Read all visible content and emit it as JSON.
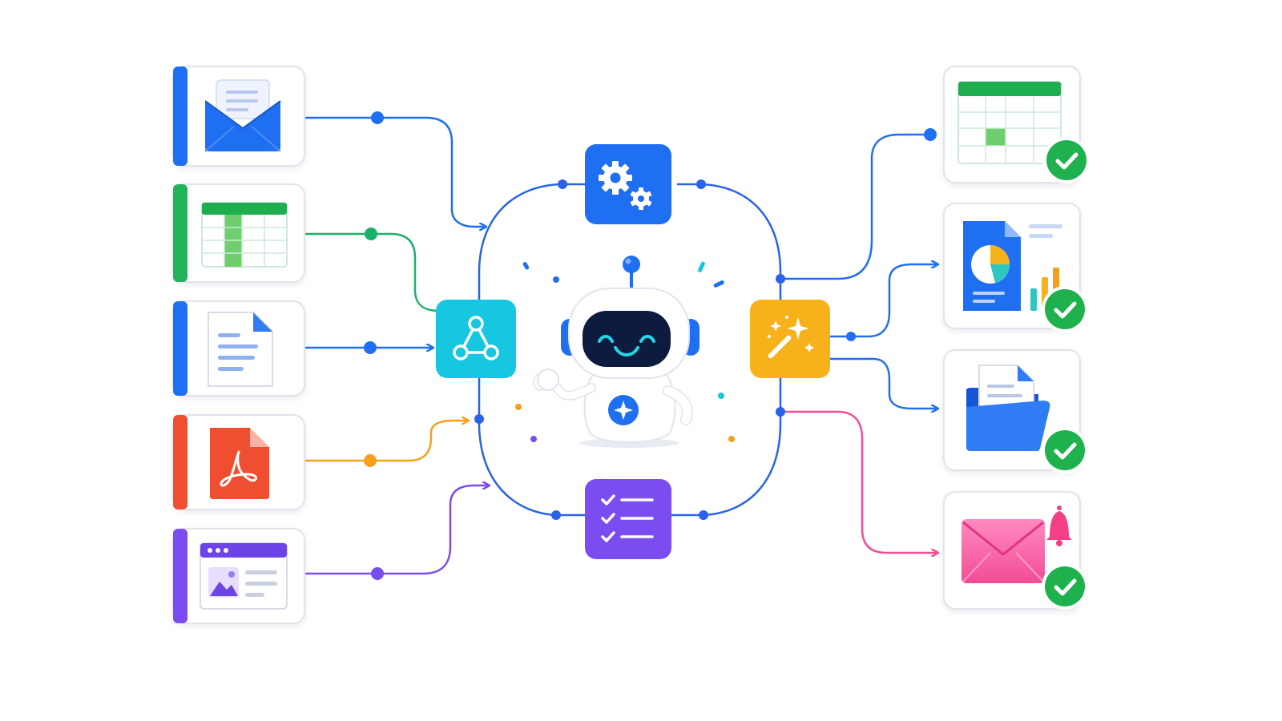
{
  "colors": {
    "blue": "#1f6ff2",
    "green": "#22b35b",
    "orange": "#f5a01a",
    "red": "#f04e30",
    "purple": "#7b4cf0",
    "cyan": "#17c7e0",
    "amber": "#f7b21b",
    "pink": "#f24c95",
    "navy": "#0d1b3e",
    "check": "#1fb14e",
    "card_border": "#dfe3ea"
  },
  "inputs": [
    {
      "id": "email",
      "icon": "envelope-icon",
      "accent": "#1f6ff2"
    },
    {
      "id": "spreadsheet",
      "icon": "spreadsheet-icon",
      "accent": "#22b35b"
    },
    {
      "id": "document",
      "icon": "document-icon",
      "accent": "#1f6ff2"
    },
    {
      "id": "pdf",
      "icon": "pdf-icon",
      "accent": "#f04e30"
    },
    {
      "id": "web-page",
      "icon": "browser-window-icon",
      "accent": "#7b4cf0"
    }
  ],
  "hub": {
    "top": "gears-icon",
    "left": "network-nodes-icon",
    "right": "magic-wand-icon",
    "bottom": "checklist-icon",
    "center": "robot-assistant-icon"
  },
  "outputs": [
    {
      "id": "sheet-updated",
      "icon": "spreadsheet-icon",
      "status": "check-icon"
    },
    {
      "id": "report-generated",
      "icon": "report-chart-icon",
      "status": "check-icon"
    },
    {
      "id": "files-organized",
      "icon": "folder-icon",
      "status": "check-icon"
    },
    {
      "id": "notification-sent",
      "icon": "notification-envelope-icon",
      "status": "check-icon"
    }
  ]
}
